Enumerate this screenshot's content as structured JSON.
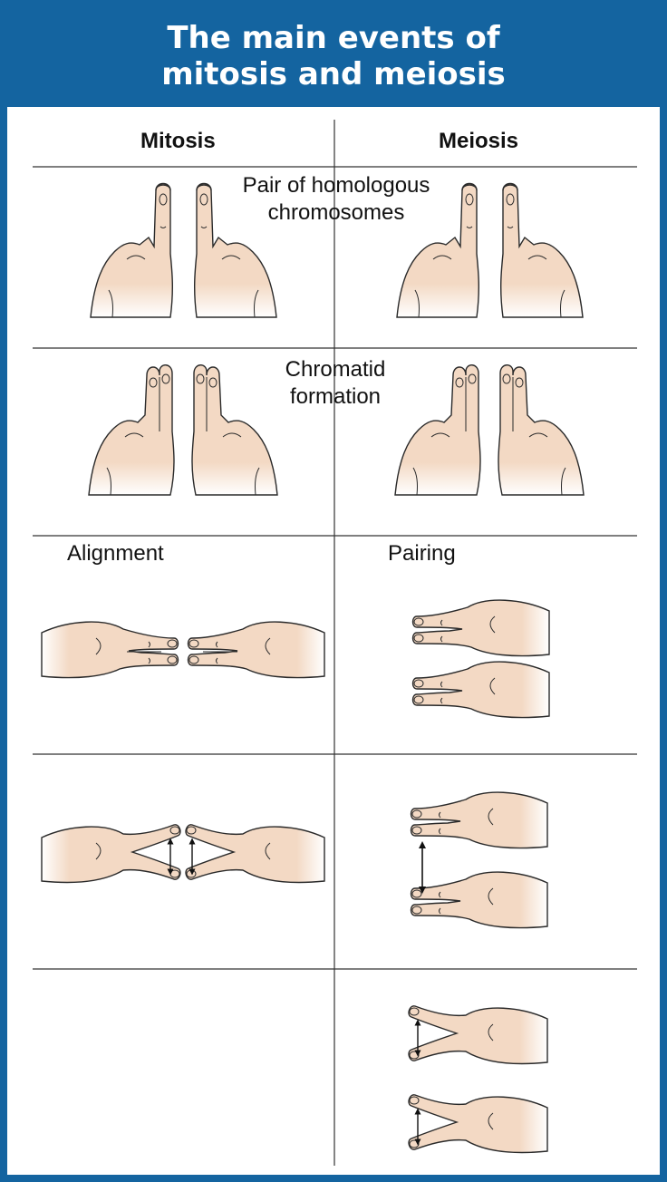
{
  "header": {
    "title_line1": "The main events of",
    "title_line2": "mitosis and meiosis"
  },
  "columns": {
    "left": "Mitosis",
    "right": "Meiosis"
  },
  "labels": {
    "homologous_line1": "Pair of homologous",
    "homologous_line2": "chromosomes",
    "chromatid_line1": "Chromatid",
    "chromatid_line2": "formation",
    "alignment": "Alignment",
    "pairing": "Pairing"
  },
  "colors": {
    "header_bg": "#1464a0",
    "skin": "#f3d9c4",
    "skin_shadow": "#e8c3a6",
    "outline": "#2a2a2a",
    "grid_line": "#333333"
  }
}
